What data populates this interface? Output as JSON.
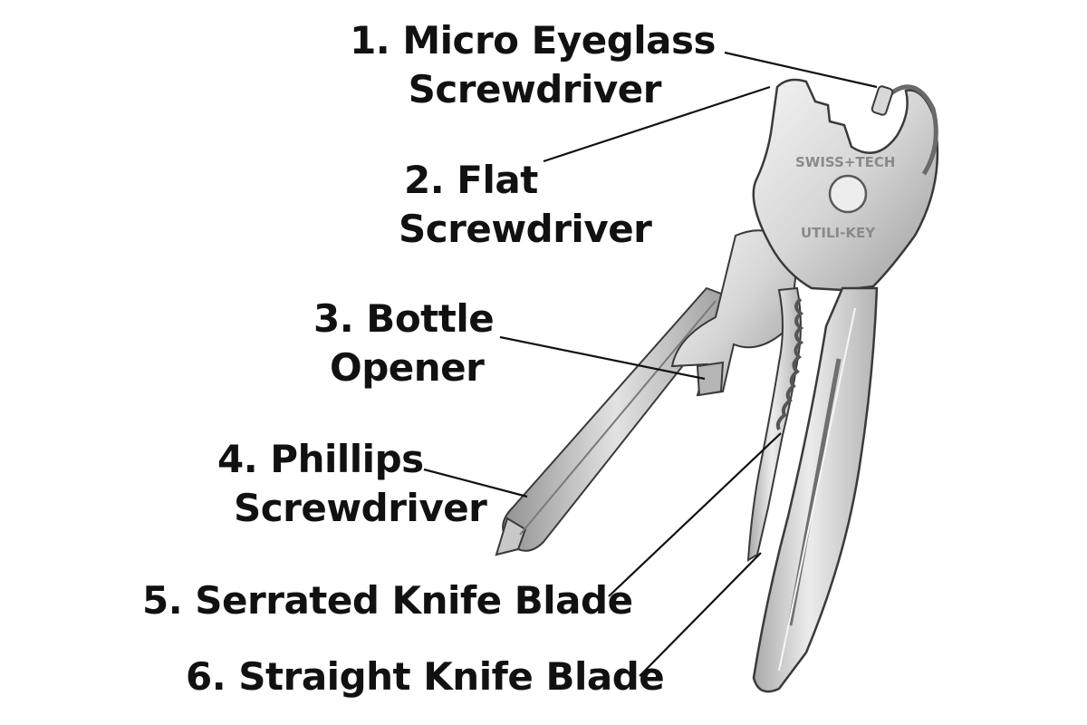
{
  "callouts": [
    {
      "number": "1.",
      "lines": [
        "1. Micro Eyeglass",
        "Screwdriver"
      ]
    },
    {
      "number": "2.",
      "lines": [
        "2. Flat",
        "Screwdriver"
      ]
    },
    {
      "number": "3.",
      "lines": [
        "3. Bottle",
        "Opener"
      ]
    },
    {
      "number": "4.",
      "lines": [
        "4. Phillips",
        "Screwdriver"
      ]
    },
    {
      "number": "5.",
      "lines": [
        "5. Serrated Knife Blade"
      ]
    },
    {
      "number": "6.",
      "lines": [
        "6. Straight Knife Blade"
      ]
    }
  ],
  "tool_engraving": {
    "brand": "SWISS+TECH",
    "model": "UTILI-KEY"
  },
  "colors": {
    "background": "#ffffff",
    "text": "#111111",
    "leader_line": "#111111",
    "metal_light": "#e9e9e9",
    "metal_mid": "#bdbdbd",
    "metal_dark": "#6f6f6f",
    "outline": "#3a3a3a"
  }
}
